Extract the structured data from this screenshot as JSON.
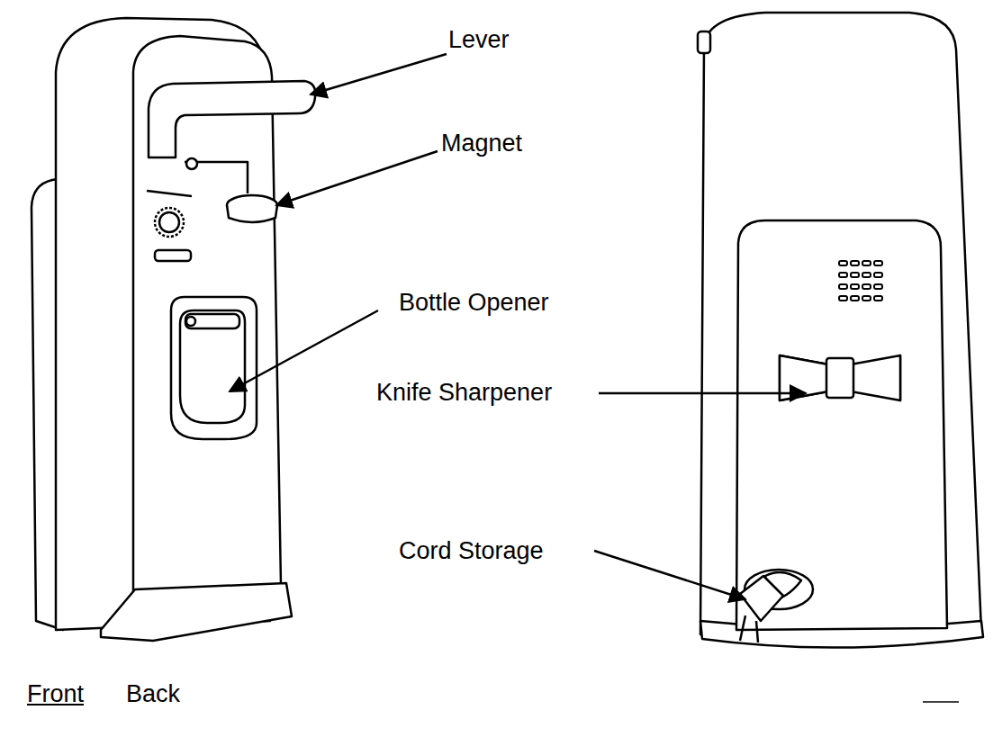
{
  "diagram": {
    "labels": [
      "Lever",
      "Magnet",
      "Bottle Opener",
      "Knife Sharpener",
      "Cord Storage",
      "Front",
      "Back"
    ]
  }
}
